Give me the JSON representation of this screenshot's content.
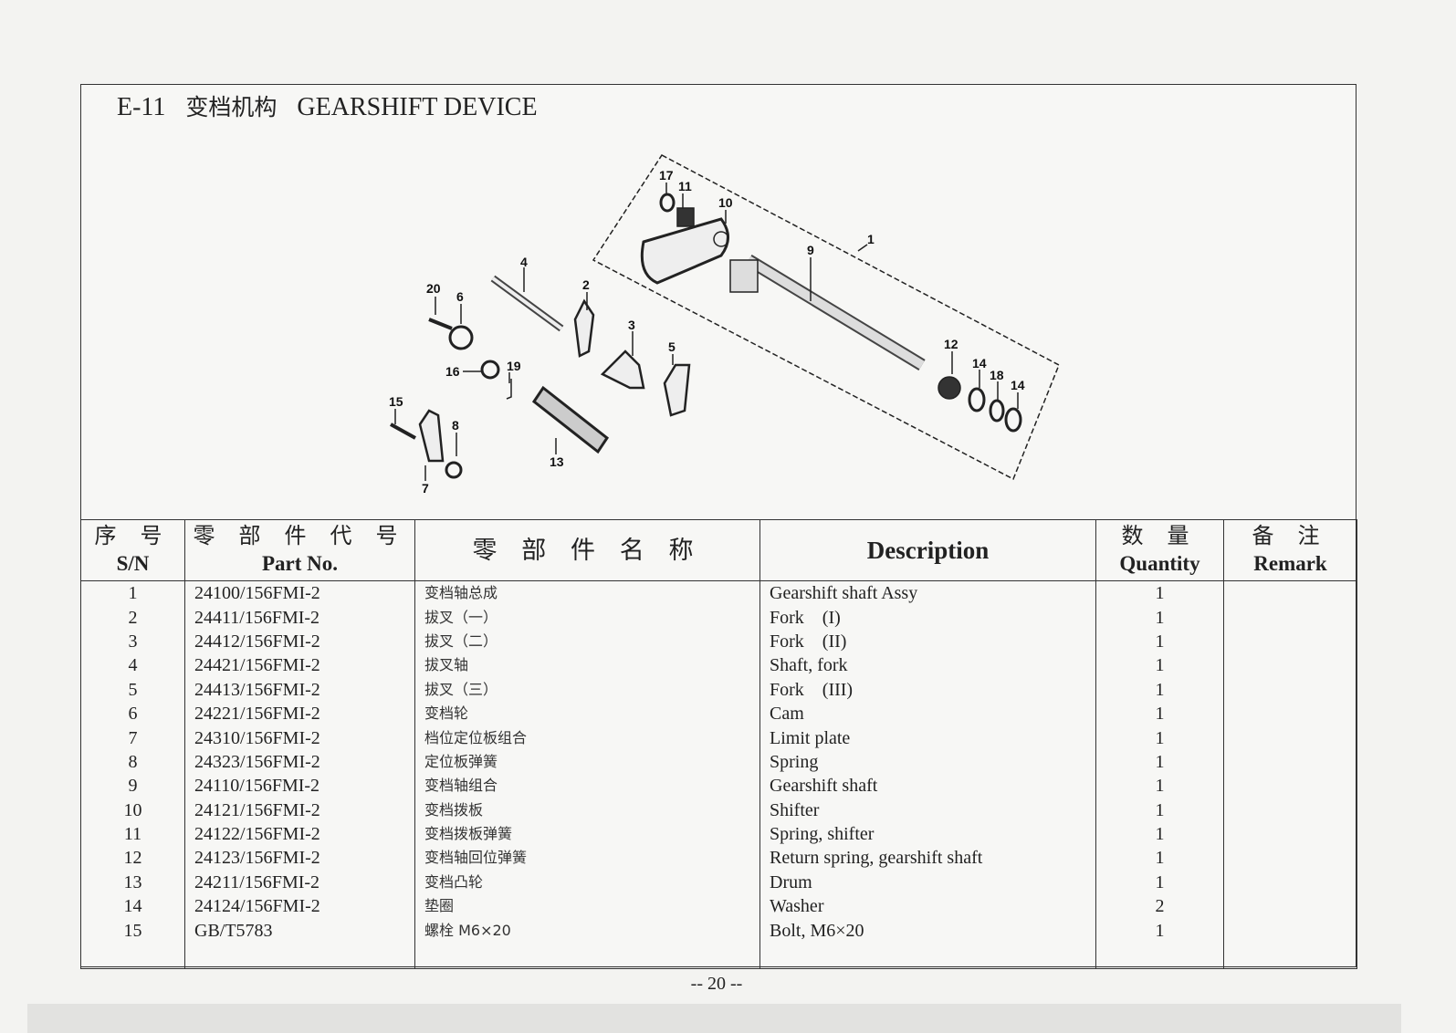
{
  "header": {
    "code": "E-11",
    "title_cn": "变档机构",
    "title_en": "GEARSHIFT DEVICE"
  },
  "diagram": {
    "callouts": [
      "17",
      "11",
      "10",
      "1",
      "9",
      "20",
      "6",
      "4",
      "2",
      "3",
      "5",
      "12",
      "14",
      "18",
      "14",
      "16",
      "19",
      "15",
      "8",
      "13",
      "7"
    ]
  },
  "table": {
    "headers": {
      "sn_cn": "序 号",
      "sn_en": "S/N",
      "part_cn": "零 部 件 代 号",
      "part_en": "Part No.",
      "name_cn": "零 部 件 名 称",
      "desc": "Description",
      "qty_cn": "数 量",
      "qty_en": "Quantity",
      "remark_cn": "备 注",
      "remark_en": "Remark"
    },
    "rows": [
      {
        "sn": "1",
        "part": "24100/156FMI-2",
        "name_cn": "变档轴总成",
        "desc": "Gearshift shaft Assy",
        "qty": "1",
        "remark": ""
      },
      {
        "sn": "2",
        "part": "24411/156FMI-2",
        "name_cn": "拔叉（一）",
        "desc": "Fork    (I)",
        "qty": "1",
        "remark": ""
      },
      {
        "sn": "3",
        "part": "24412/156FMI-2",
        "name_cn": "拔叉（二）",
        "desc": "Fork    (II)",
        "qty": "1",
        "remark": ""
      },
      {
        "sn": "4",
        "part": "24421/156FMI-2",
        "name_cn": "拔叉轴",
        "desc": "Shaft, fork",
        "qty": "1",
        "remark": ""
      },
      {
        "sn": "5",
        "part": "24413/156FMI-2",
        "name_cn": "拔叉（三）",
        "desc": "Fork    (III)",
        "qty": "1",
        "remark": ""
      },
      {
        "sn": "6",
        "part": "24221/156FMI-2",
        "name_cn": "变档轮",
        "desc": "Cam",
        "qty": "1",
        "remark": ""
      },
      {
        "sn": "7",
        "part": "24310/156FMI-2",
        "name_cn": "档位定位板组合",
        "desc": "Limit plate",
        "qty": "1",
        "remark": ""
      },
      {
        "sn": "8",
        "part": "24323/156FMI-2",
        "name_cn": "定位板弹簧",
        "desc": "Spring",
        "qty": "1",
        "remark": ""
      },
      {
        "sn": "9",
        "part": "24110/156FMI-2",
        "name_cn": "变档轴组合",
        "desc": "Gearshift shaft",
        "qty": "1",
        "remark": ""
      },
      {
        "sn": "10",
        "part": "24121/156FMI-2",
        "name_cn": "变档拨板",
        "desc": "Shifter",
        "qty": "1",
        "remark": ""
      },
      {
        "sn": "11",
        "part": "24122/156FMI-2",
        "name_cn": "变档拨板弹簧",
        "desc": "Spring, shifter",
        "qty": "1",
        "remark": ""
      },
      {
        "sn": "12",
        "part": "24123/156FMI-2",
        "name_cn": "变档轴回位弹簧",
        "desc": "Return spring, gearshift shaft",
        "qty": "1",
        "remark": ""
      },
      {
        "sn": "13",
        "part": "24211/156FMI-2",
        "name_cn": "变档凸轮",
        "desc": "Drum",
        "qty": "1",
        "remark": ""
      },
      {
        "sn": "14",
        "part": "24124/156FMI-2",
        "name_cn": "垫圈",
        "desc": "Washer",
        "qty": "2",
        "remark": ""
      },
      {
        "sn": "15",
        "part": "GB/T5783",
        "name_cn": "螺栓 M6×20",
        "desc": "Bolt, M6×20",
        "qty": "1",
        "remark": ""
      }
    ]
  },
  "footer": {
    "page": "-- 20 --"
  }
}
